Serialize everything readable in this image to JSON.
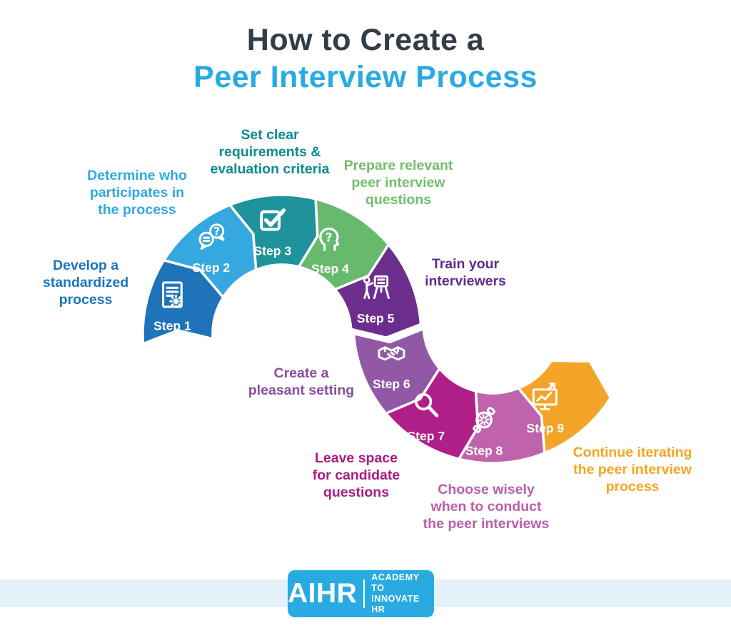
{
  "title": {
    "line1": "How to Create a",
    "line2": "Peer Interview Process",
    "line1_color": "#333D49",
    "line2_color": "#29ABE2"
  },
  "steps": [
    {
      "number_label": "Step 1",
      "icon": "document-gear-icon",
      "color": "#1E73B9",
      "label": [
        "Develop a",
        "standardized",
        "process"
      ],
      "label_color": "#1B75BC"
    },
    {
      "number_label": "Step 2",
      "icon": "chat-question-icon",
      "color": "#35A8DF",
      "label": [
        "Determine who",
        "participates in",
        "the process"
      ],
      "label_color": "#2FA9E1"
    },
    {
      "number_label": "Step 3",
      "icon": "checkbox-check-icon",
      "color": "#1E939B",
      "label": [
        "Set clear",
        "requirements &",
        "evaluation criteria"
      ],
      "label_color": "#0E8A93"
    },
    {
      "number_label": "Step 4",
      "icon": "head-question-icon",
      "color": "#67B96E",
      "label": [
        "Prepare relevant",
        "peer interview",
        "questions"
      ],
      "label_color": "#72BE6B"
    },
    {
      "number_label": "Step 5",
      "icon": "trainer-board-icon",
      "color": "#6C2E8C",
      "label": [
        "Train your",
        "interviewers"
      ],
      "label_color": "#5F2C8E"
    },
    {
      "number_label": "Step 6",
      "icon": "handshake-icon",
      "color": "#9158A6",
      "label": [
        "Create a",
        "pleasant setting"
      ],
      "label_color": "#8A4FA0"
    },
    {
      "number_label": "Step 7",
      "icon": "magnifier-icon",
      "color": "#B01F87",
      "label": [
        "Leave space",
        "for candidate",
        "questions"
      ],
      "label_color": "#A91D83"
    },
    {
      "number_label": "Step 8",
      "icon": "wristwatch-icon",
      "color": "#BF63AC",
      "label": [
        "Choose wisely",
        "when to conduct",
        "the peer interviews"
      ],
      "label_color": "#BB5EAA"
    },
    {
      "number_label": "Step 9",
      "icon": "chart-growth-icon",
      "color": "#F4A428",
      "label": [
        "Continue iterating",
        "the peer interview",
        "process"
      ],
      "label_color": "#F5A623"
    }
  ],
  "footer": {
    "logo_text": "AIHR",
    "tagline_line1": "ACADEMY TO",
    "tagline_line2": "INNOVATE HR",
    "logo_bg": "#29ABE2",
    "band_color": "#E3F1F8"
  }
}
